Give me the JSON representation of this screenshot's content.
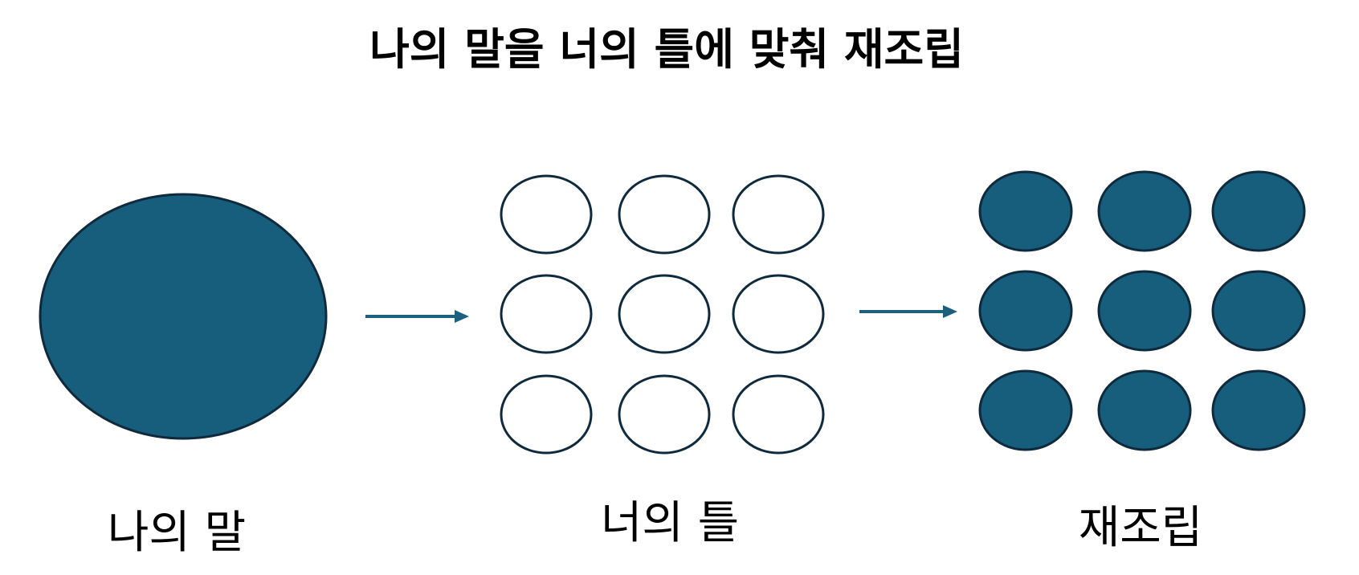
{
  "title": "나의 말을 너의 틀에 맞춰 재조립",
  "stages": [
    {
      "label": "나의 말"
    },
    {
      "label": "너의 틀"
    },
    {
      "label": "재조립"
    }
  ],
  "colors": {
    "fill": "#175e7d",
    "stroke": "#0f2a3d",
    "arrow": "#1d5f7e",
    "text": "#000000",
    "background": "#ffffff"
  }
}
